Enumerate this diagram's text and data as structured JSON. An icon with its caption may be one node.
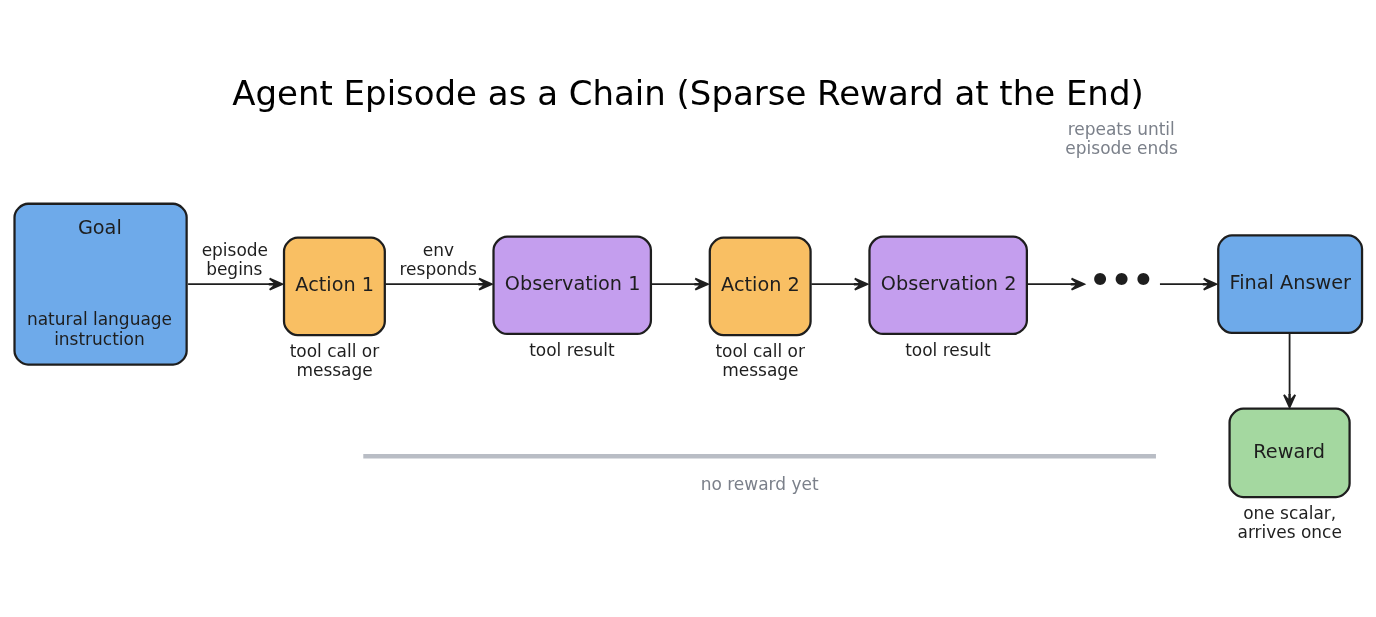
{
  "diagram": {
    "title": "Agent Episode as a Chain (Sparse Reward at the End)",
    "nodes": [
      {
        "text": [
          "Goal",
          "natural language instruction"
        ]
      },
      {
        "text": [
          "Action 1"
        ],
        "beside": [
          "tool call or message"
        ]
      },
      {
        "text": [
          "Observation 1"
        ],
        "beside": [
          "tool result"
        ]
      },
      {
        "text": [
          "Action 2"
        ],
        "beside": [
          "tool call or message"
        ]
      },
      {
        "text": [
          "Observation 2"
        ],
        "beside": [
          "tool result"
        ]
      },
      {
        "text": [
          "•••"
        ]
      },
      {
        "text": [
          "Final Answer"
        ]
      },
      {
        "text": [
          "Reward"
        ],
        "beside": [
          "one scalar, arrives once"
        ]
      }
    ],
    "edges": [
      {
        "from": 0,
        "to": 1,
        "arrow": "to",
        "label": "episode begins"
      },
      {
        "from": 1,
        "to": 2,
        "arrow": "to",
        "label": "env responds"
      },
      {
        "from": 2,
        "to": 3,
        "arrow": "to"
      },
      {
        "from": 3,
        "to": 4,
        "arrow": "to"
      },
      {
        "from": 4,
        "to": 5,
        "arrow": "to"
      },
      {
        "from": 5,
        "to": 6,
        "arrow": "to"
      },
      {
        "from": 6,
        "to": 7,
        "arrow": "to"
      }
    ],
    "labels": [
      "repeats until episode ends",
      "no reward yet"
    ]
  }
}
